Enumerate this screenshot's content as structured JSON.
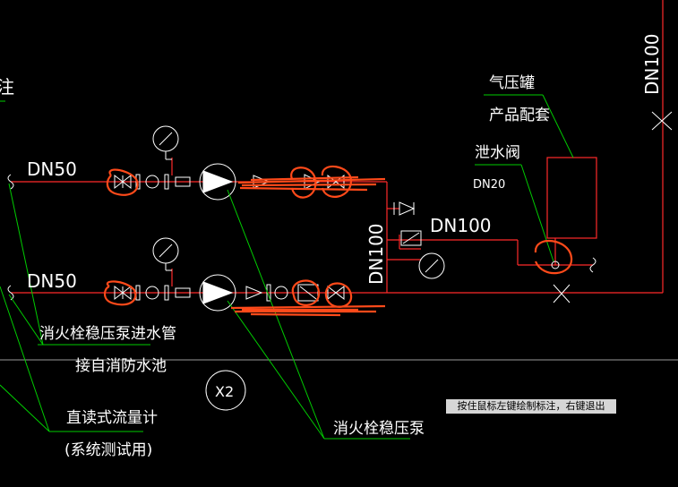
{
  "drawing": {
    "labels": {
      "dn50_top": "DN50",
      "dn50_bottom": "DN50",
      "dn100_horizontal": "DN100",
      "dn100_vertical": "DN100",
      "dn100_right": "DN100",
      "dn20": "DN20",
      "tank_line1": "气压罐",
      "tank_line2": "产品配套",
      "drain_valve": "泄水阀",
      "inlet_line1": "消火栓稳压泵进水管",
      "inlet_line2": "接自消防水池",
      "flowmeter_line1": "直读式流量计",
      "flowmeter_line2": "(系统测试用)",
      "pump_label": "消火栓稳压泵",
      "grid_bubble": "X2",
      "edge_char": "注"
    },
    "colors": {
      "pipe": "#ff2a2a",
      "leader": "#00cc00",
      "symbol": "#ffffff",
      "markup": "#ff4a1a",
      "background": "#000000"
    }
  },
  "status": {
    "tooltip": "按住鼠标左键绘制标注，右键退出"
  }
}
